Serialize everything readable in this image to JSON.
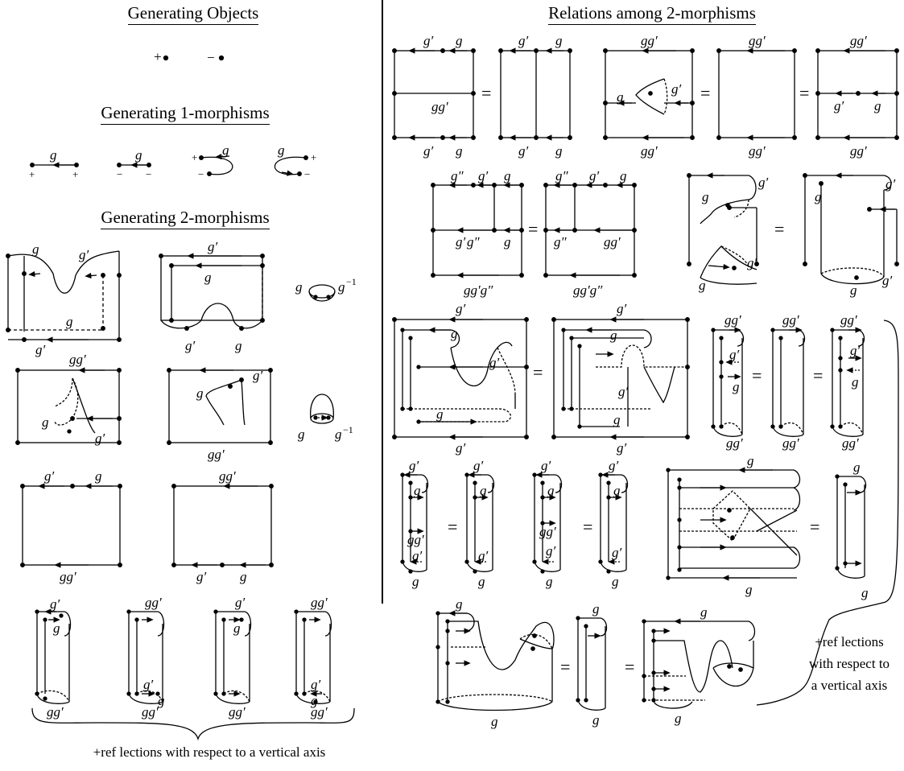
{
  "headings": {
    "objects": "Generating Objects",
    "one_morphisms": "Generating 1-morphisms",
    "two_morphisms": "Generating 2-morphisms",
    "relations": "Relations among 2-morphisms"
  },
  "footnotes": {
    "left": "+ref lections with respect to a vertical axis",
    "right_line1": "+ref lections",
    "right_line2": "with respect to",
    "right_line3": "a vertical axis"
  },
  "symbols": {
    "plus": "+",
    "minus": "−",
    "equals": "=",
    "g": "g",
    "gp": "g′",
    "gpp": "g″",
    "ggp": "gg′",
    "ggpgpp": "gg′g″",
    "inverse": "−1"
  }
}
